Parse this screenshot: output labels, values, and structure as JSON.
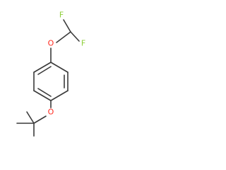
{
  "molecule": {
    "atoms": {
      "o_upper": {
        "symbol": "O",
        "color": "#ff2a1f"
      },
      "f_left": {
        "symbol": "F",
        "color": "#8ecf3a"
      },
      "f_right": {
        "symbol": "F",
        "color": "#8ecf3a"
      },
      "o_lower": {
        "symbol": "O",
        "color": "#ff2a1f"
      }
    },
    "bond_color": "#3a3a3a"
  }
}
